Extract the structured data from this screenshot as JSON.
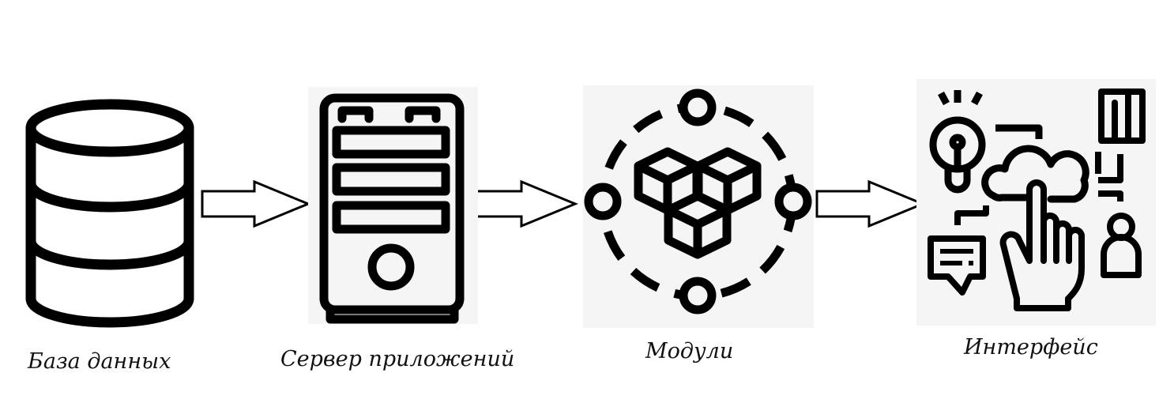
{
  "nodes": [
    {
      "id": "database",
      "label": "База данных",
      "icon": "database-icon"
    },
    {
      "id": "app-server",
      "label": "Сервер приложений",
      "icon": "server-icon"
    },
    {
      "id": "modules",
      "label": "Модули",
      "icon": "modules-icon"
    },
    {
      "id": "interface",
      "label": "Интерфейс",
      "icon": "interface-icon"
    }
  ],
  "edges": [
    {
      "from": "database",
      "to": "app-server"
    },
    {
      "from": "app-server",
      "to": "modules"
    },
    {
      "from": "modules",
      "to": "interface"
    }
  ],
  "colors": {
    "stroke": "#000000",
    "icon_bg": "#f5f5f5"
  }
}
